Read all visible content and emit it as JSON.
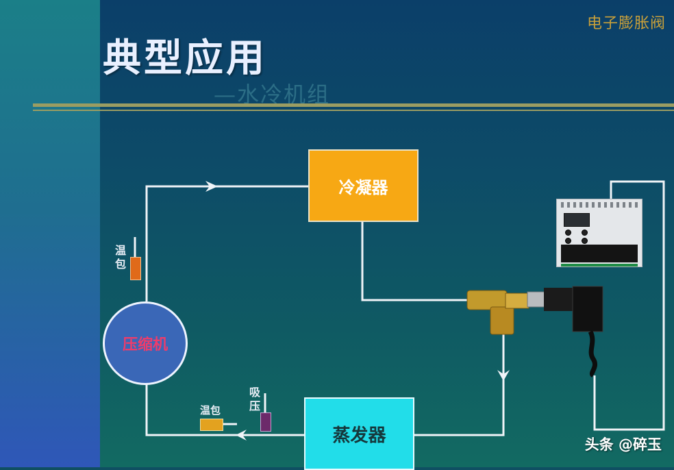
{
  "header": {
    "brand": "电子膨胀阀",
    "title": "典型应用",
    "subtitle": "—水冷机组"
  },
  "diagram": {
    "condenser_label": "冷凝器",
    "evaporator_label": "蒸发器",
    "compressor_label": "压缩机",
    "bulb_left_label": "温包",
    "bulb_bottom_label": "温包",
    "suction_pressure_label": "吸压"
  },
  "watermark": {
    "text": "头条 @碎玉"
  },
  "colors": {
    "condenser": "#f7a814",
    "evaporator": "#22dde9",
    "compressor": "#3a67b7",
    "flow_line": "#f0f4f8",
    "rule": "#9b9d62"
  }
}
